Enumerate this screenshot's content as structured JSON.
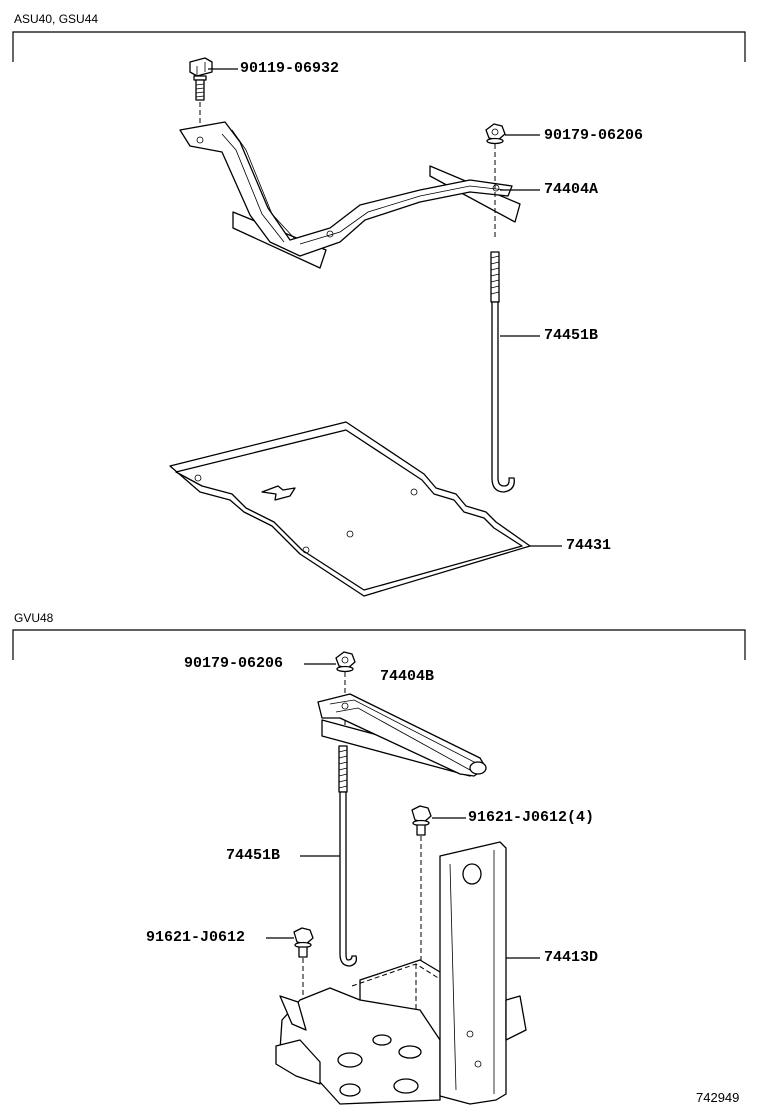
{
  "sections": [
    {
      "label": "ASU40, GSU44"
    },
    {
      "label": "GVU48"
    }
  ],
  "callouts": {
    "bolt_top": "90119-06932",
    "nut_top": "90179-06206",
    "clamp_top": "74404A",
    "rod_top": "74451B",
    "tray": "74431",
    "nut_bottom": "90179-06206",
    "clamp_bottom": "74404B",
    "bolt_bottom_right": "91621-J0612(4)",
    "rod_bottom": "74451B",
    "bolt_bottom_left": "91621-J0612",
    "carrier": "74413D"
  },
  "figure_number": "742949"
}
